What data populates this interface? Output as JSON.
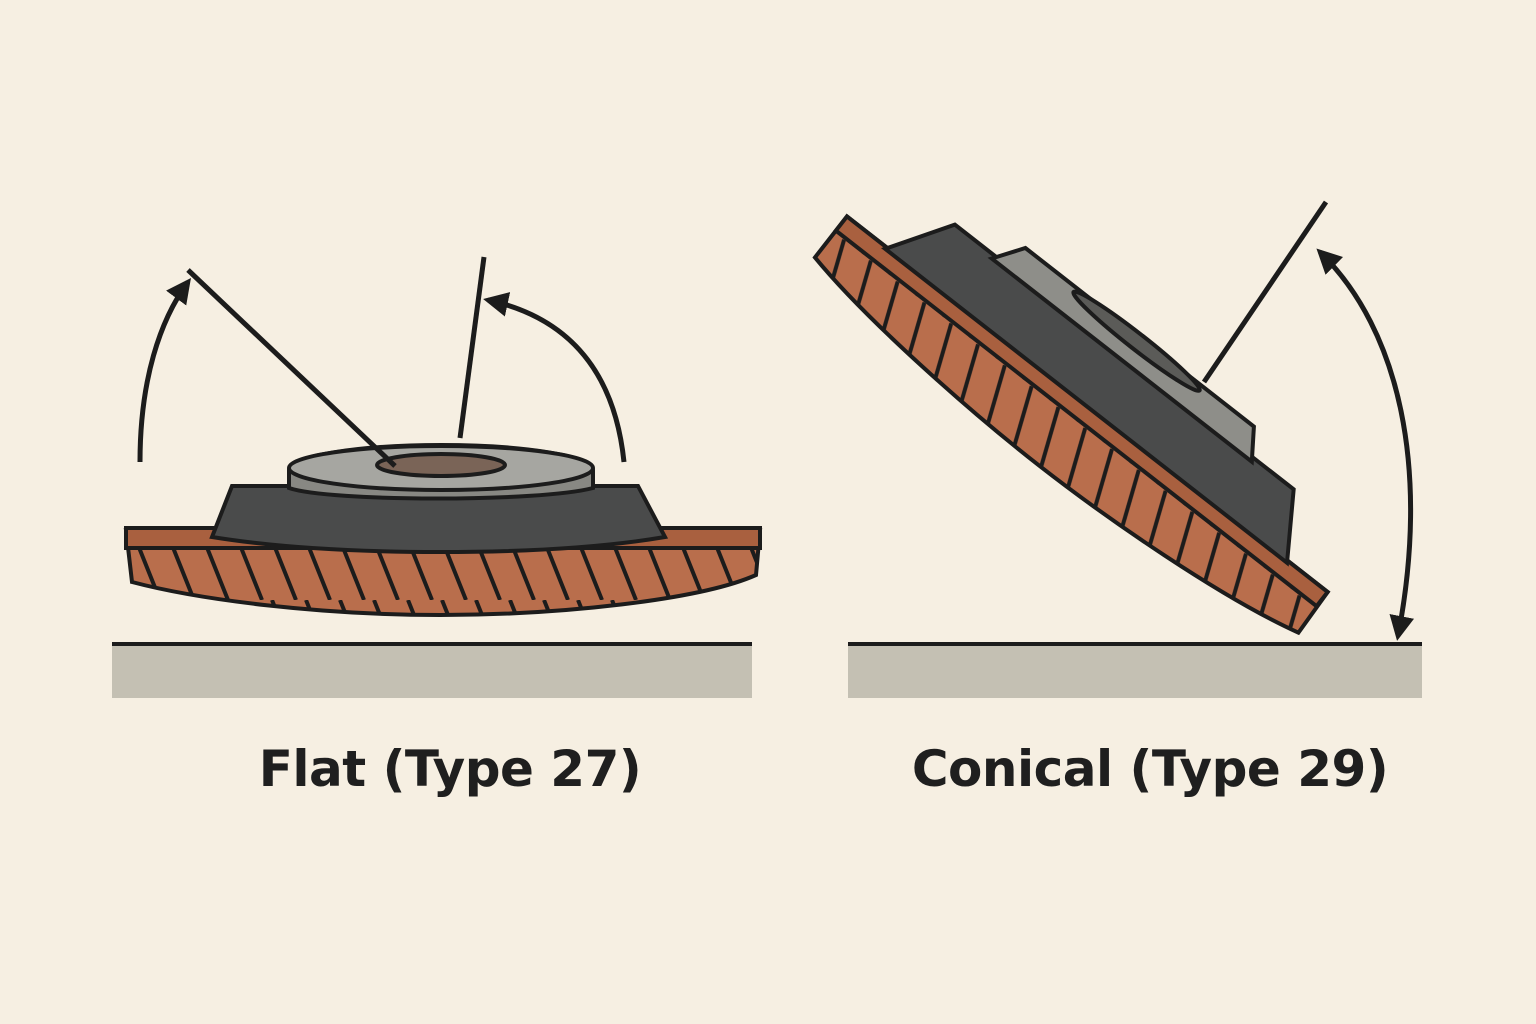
{
  "panels": [
    {
      "id": "flat",
      "caption": "Flat (Type 27)"
    },
    {
      "id": "conical",
      "caption": "Conical (Type 29)"
    }
  ],
  "colors": {
    "background": "#f6efe2",
    "abrasive_flap": "#b96e4c",
    "abrasive_flap_dark": "#8a4b2f",
    "backing_plate": "#4a4b4b",
    "hub_ring": "#9c9c97",
    "work_surface": "#c4c0b3",
    "outline": "#1c1c1c"
  },
  "icons": [
    "curved-arrow-icon"
  ]
}
